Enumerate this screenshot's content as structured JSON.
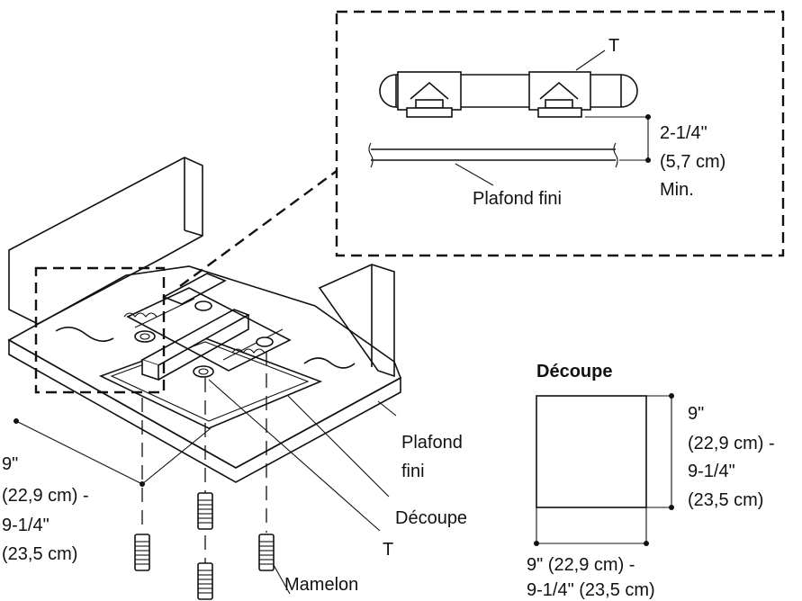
{
  "labels": {
    "detail_T": "T",
    "detail_dim_1": "2-1/4\"",
    "detail_dim_2": "(5,7 cm)",
    "detail_dim_3": "Min.",
    "detail_ceiling": "Plafond fini",
    "left_dim_1": "9\"",
    "left_dim_2": "(22,9 cm) -",
    "left_dim_3": "9-1/4\"",
    "left_dim_4": "(23,5 cm)",
    "ceiling_1": "Plafond",
    "ceiling_2": "fini",
    "cutout": "Découpe",
    "tee": "T",
    "nipple": "Mamelon",
    "cutout_title": "Découpe",
    "cut_v_1": "9\"",
    "cut_v_2": "(22,9 cm) -",
    "cut_v_3": "9-1/4\"",
    "cut_v_4": "(23,5 cm)",
    "cut_h_1": "9\" (22,9 cm) -",
    "cut_h_2": "9-1/4\" (23,5 cm)"
  }
}
